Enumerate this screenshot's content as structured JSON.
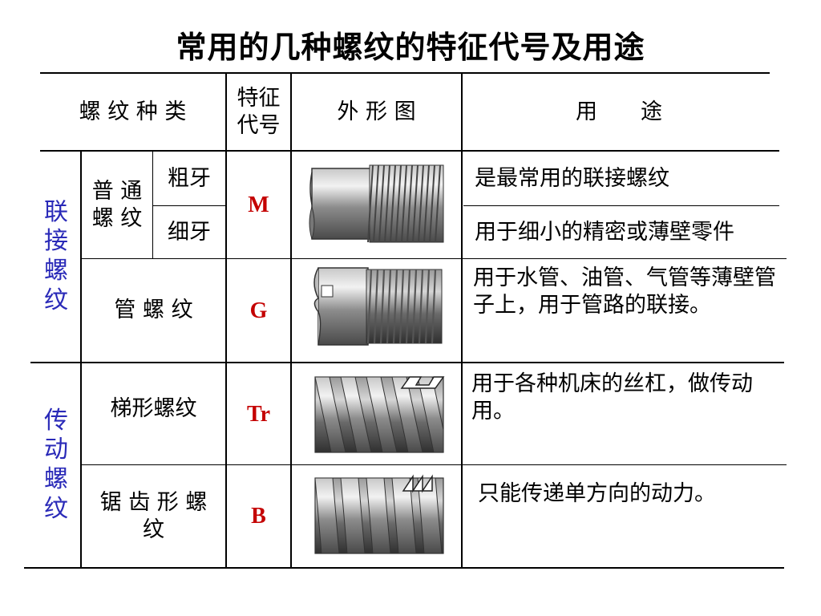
{
  "title": "常用的几种螺纹的特征代号及用途",
  "header": {
    "type": "螺 纹 种 类",
    "code": "特征代号",
    "shape": "外 形 图",
    "usage": "用　　途"
  },
  "groups": [
    {
      "name": "联接螺纹"
    },
    {
      "name": "传动螺纹"
    }
  ],
  "rows": {
    "ordinary": {
      "name": "普 通 螺 纹",
      "coarse": "粗牙",
      "fine": "细牙",
      "code": "M",
      "usage_coarse": "是最常用的联接螺纹",
      "usage_fine": "用于细小的精密或薄壁零件"
    },
    "pipe": {
      "name": "管 螺 纹",
      "code": "G",
      "usage": "用于水管、油管、气管等薄壁管子上，用于管路的联接。"
    },
    "trapezoid": {
      "name": "梯形螺纹",
      "code": "Tr",
      "usage": "用于各种机床的丝杠，做传动用。"
    },
    "saw": {
      "name": "锯 齿 形 螺 纹",
      "code": "B",
      "usage": "只能传递单方向的动力。"
    }
  },
  "colors": {
    "category": "#2a2ab8",
    "code": "#c40000"
  }
}
